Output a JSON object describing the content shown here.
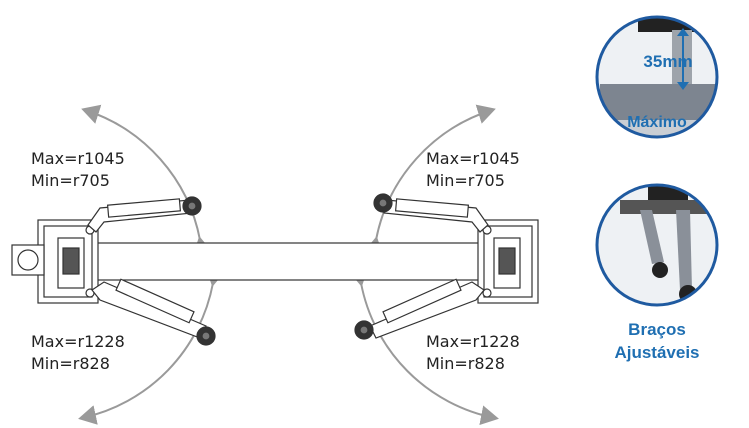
{
  "arms": {
    "front_left": {
      "max": "Max=r1045",
      "min": "Min=r705"
    },
    "front_right": {
      "max": "Max=r1045",
      "min": "Min=r705"
    },
    "rear_left": {
      "max": "Max=r1228",
      "min": "Min=r828"
    },
    "rear_right": {
      "max": "Max=r1228",
      "min": "Min=r828"
    }
  },
  "inset_height": {
    "value": "35mm",
    "caption": "Máximo"
  },
  "inset_arms": {
    "caption_line1": "Braços",
    "caption_line2": "Ajustáveis"
  },
  "colors": {
    "accent": "#1f6fb2",
    "arrow": "#9a9a9a",
    "outline": "#333333"
  }
}
